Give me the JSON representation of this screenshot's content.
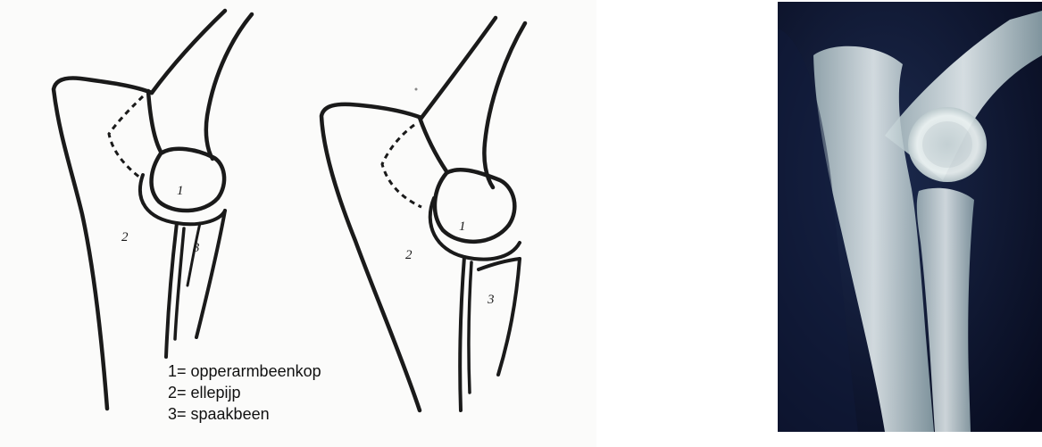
{
  "labels": {
    "left": {
      "one": "1",
      "two": "2",
      "three": "3"
    },
    "right": {
      "one": "1",
      "two": "2",
      "three": "3"
    }
  },
  "legend": [
    "1= opperarmbeenkop",
    "2= ellepijp",
    "3= spaakbeen"
  ],
  "colors": {
    "ink": "#1a1a1a",
    "xray_background": "#0d1330",
    "bone_light": "#e6eef0"
  }
}
